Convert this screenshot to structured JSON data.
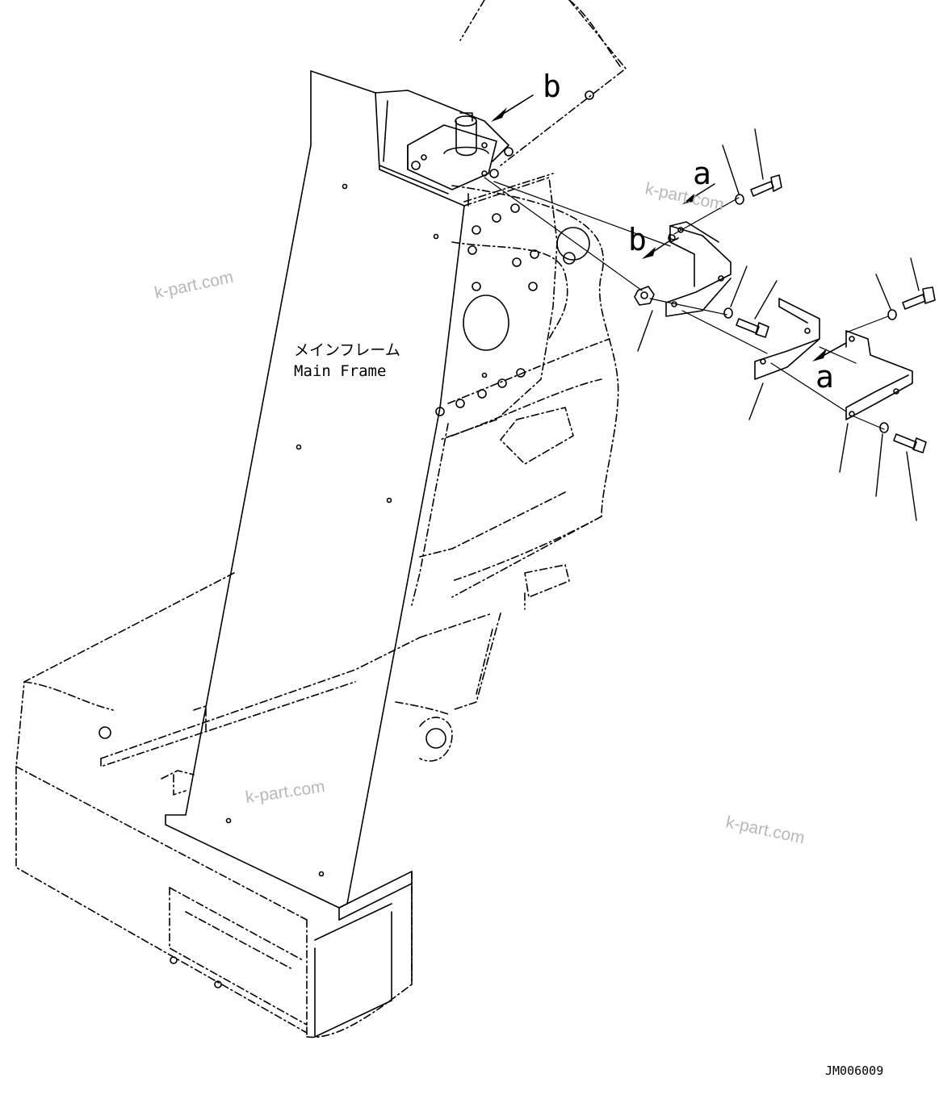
{
  "labels": {
    "main_frame_jp": "メインフレーム",
    "main_frame_en": "Main Frame",
    "drawing_id": "JM006009"
  },
  "references": {
    "b_top": "b",
    "a_upper": "a",
    "b_bracket": "b",
    "a_lower": "a"
  },
  "watermarks": [
    "k-part.com",
    "k-part.com",
    "k-part.com",
    "k-part.com"
  ],
  "colors": {
    "line": "#000000",
    "watermark": "#b8b8b8",
    "background": "#ffffff"
  }
}
